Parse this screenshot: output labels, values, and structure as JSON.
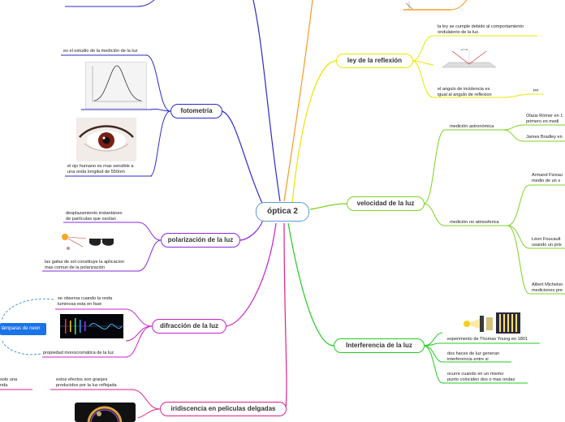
{
  "central": {
    "label": "óptica 2"
  },
  "branches": {
    "fotometria": {
      "label": "fotometría",
      "definition": "es el estudio de la medición de la luz",
      "eye_fact": [
        "el ojo humano es mas sensible a",
        "una onda longitud de 550nm"
      ]
    },
    "polarizacion": {
      "label": "polarización de la luz",
      "fact1": [
        "desplazamiento instantáneo",
        "de partículas que oscilan"
      ],
      "fact2": [
        "las gafas de sol constituye la aplicacion",
        "mas comun de la polarización"
      ]
    },
    "difraccion": {
      "label": "difracción de la luz",
      "fact1": [
        "se observa cuando la onda",
        "luminosa esta en fase"
      ],
      "fact2": "propiedad monocromática de la luz",
      "example": "lámparas de neon"
    },
    "iridiscencia": {
      "label": "iridiscencia en peliculas delgadas",
      "fact1": [
        "estos efectos son granjes",
        "producidos por la luz reflejada"
      ],
      "partial": [
        "solo una",
        "nda"
      ]
    },
    "reflexion": {
      "label": "ley de la reflexión",
      "fact1": [
        "la ley se cumple debido al comportamiento",
        "ondulatorio de la luz."
      ],
      "fact2": [
        "el angulo de incidencia es",
        "igual al angulo de reflexion"
      ],
      "formula": "i=r"
    },
    "velocidad": {
      "label": "velocidad de la luz",
      "astro": "medición astronómica",
      "astro_items": [
        [
          "Olaüs Römer en 1",
          "primero en medi"
        ],
        [
          "James Bradley en"
        ]
      ],
      "no_atmo": "medición no atmosferica",
      "no_atmo_items": [
        [
          "Armand Fizeau",
          "medio de un s"
        ],
        [
          "Léon Foucault",
          "usando un pris"
        ],
        [
          "Albert Michelso",
          "mediciones pre"
        ]
      ]
    },
    "interferencia": {
      "label": "Interferencia de la luz",
      "fact1": "experimento de Thomas Young en 1801",
      "fact2": [
        "dos haces de luz generan",
        "interferencia entre si"
      ],
      "fact3": [
        "ocurre cuando en un mismo",
        "punto coinciden dos o mas ondas"
      ]
    }
  },
  "colors": {
    "central_border": "#5b9bd5",
    "fotometria": "#2b2bcc",
    "polarizacion": "#8a2be2",
    "difraccion": "#cc22cc",
    "iridiscencia": "#e0218a",
    "reflexion": "#e8e800",
    "velocidad": "#7fd321",
    "interferencia": "#22cc22",
    "top": "#f59b23",
    "example_fill": "#1a73e8"
  }
}
